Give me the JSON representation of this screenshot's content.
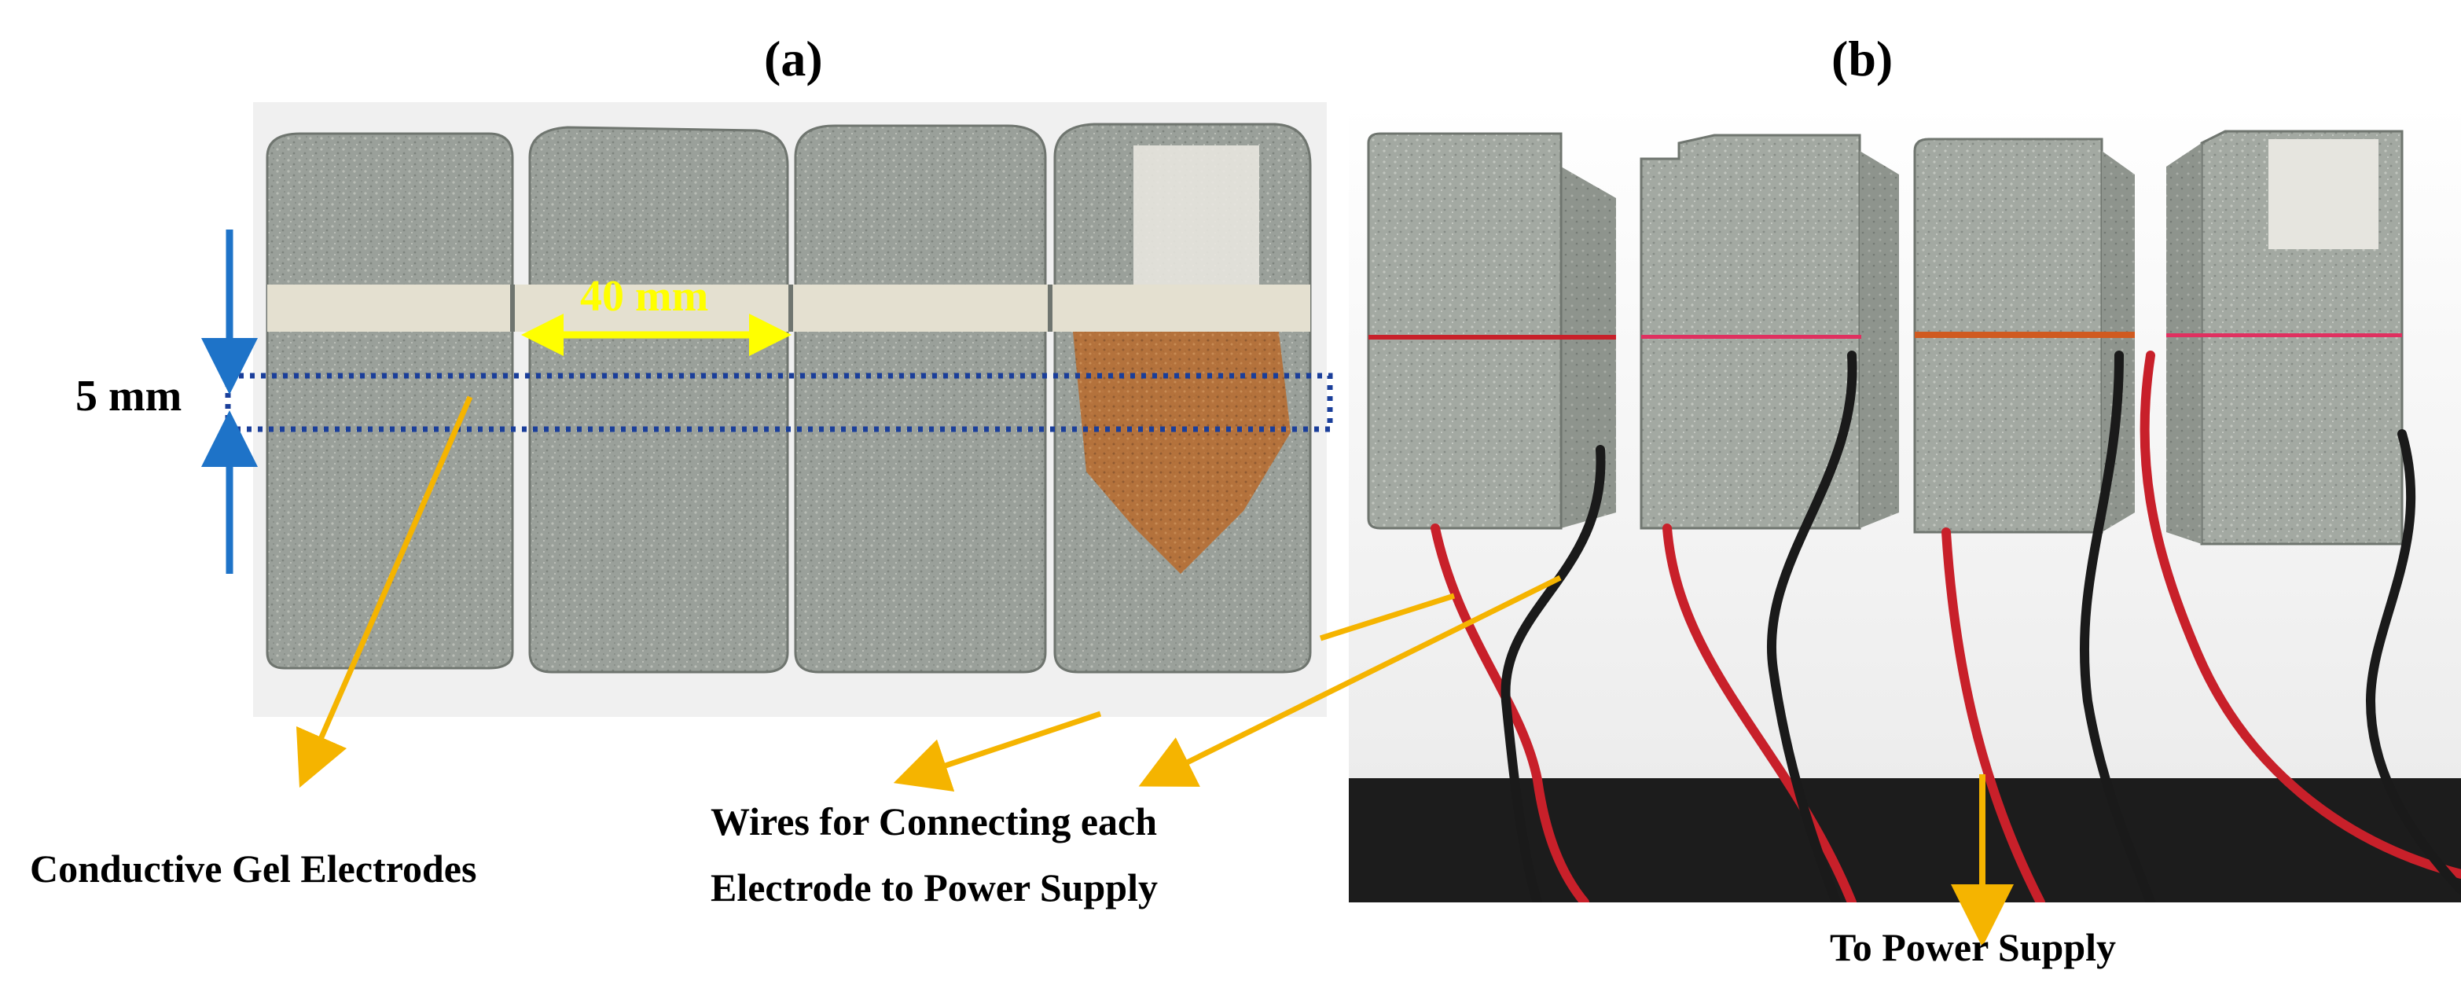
{
  "panels": {
    "a": {
      "title": "(a)"
    },
    "b": {
      "title": "(b)"
    }
  },
  "annotations": {
    "dimension_width": "40 mm",
    "dimension_height": "5 mm",
    "electrodes_label": "Conductive Gel Electrodes",
    "wires_label_line1": "Wires for Connecting each",
    "wires_label_line2": "Electrode to Power  Supply",
    "power_label": "To Power Supply"
  },
  "colors": {
    "arrow_yellow": "#f5b400",
    "dimension_yellow": "#ffff00",
    "dimension_blue": "#1e73c8",
    "box_blue": "#1a3e9a",
    "concrete": "#9aa09a",
    "gel_strip": "#e4e0d0",
    "rust": "#b86a2c",
    "red_wire": "#c8202a",
    "black_wire": "#1a1a1a",
    "backdrop_dark": "#1c1c1c"
  }
}
